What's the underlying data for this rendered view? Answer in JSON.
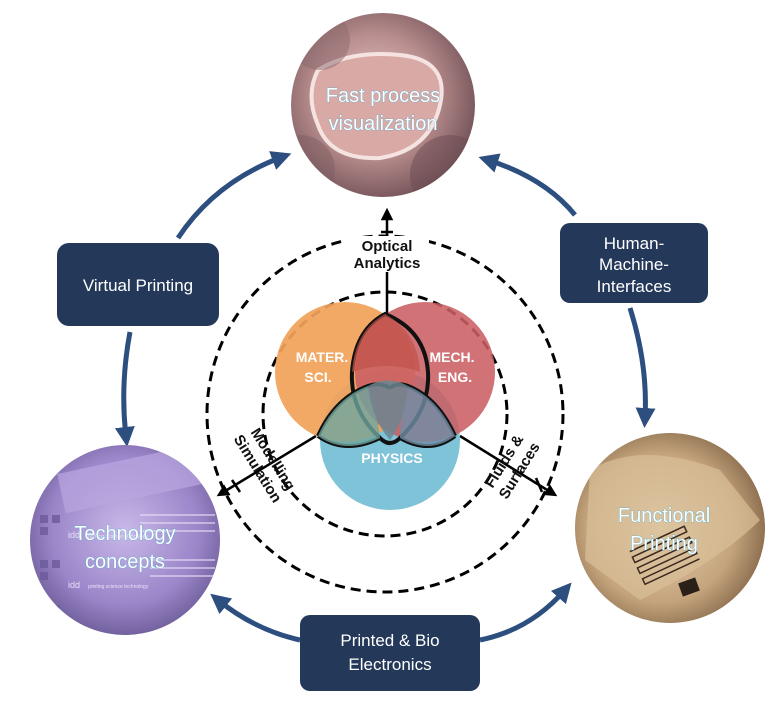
{
  "photos": {
    "top": {
      "label_lines": [
        "Fast process",
        "visualization"
      ]
    },
    "left": {
      "label_lines": [
        "Technology",
        "concepts"
      ]
    },
    "right": {
      "label_lines": [
        "Functional",
        "Printing"
      ]
    },
    "left_photo_text": [
      "idd",
      "printing science technology"
    ]
  },
  "boxes": {
    "virtual_printing": {
      "label_lines": [
        "Virtual Printing"
      ]
    },
    "hmi": {
      "label_lines": [
        "Human-",
        "Machine-",
        "Interfaces"
      ]
    },
    "printed_bio": {
      "label_lines": [
        "Printed & Bio",
        "Electronics"
      ]
    }
  },
  "ring_labels": {
    "optical": [
      "Optical",
      "Analytics"
    ],
    "modelling": [
      "Modelling",
      "Simulation"
    ],
    "fluids": [
      "Fluids &",
      "Surfaces"
    ]
  },
  "venn": {
    "mater": [
      "MATER.",
      "SCI."
    ],
    "mech": [
      "MECH.",
      "ENG."
    ],
    "physics": [
      "PHYSICS"
    ]
  },
  "colors": {
    "box_fill": "#24385a",
    "arrow": "#2d4f80",
    "mater": "#f2a25a",
    "mech": "#c95f63",
    "physics": "#7ec3d8"
  }
}
